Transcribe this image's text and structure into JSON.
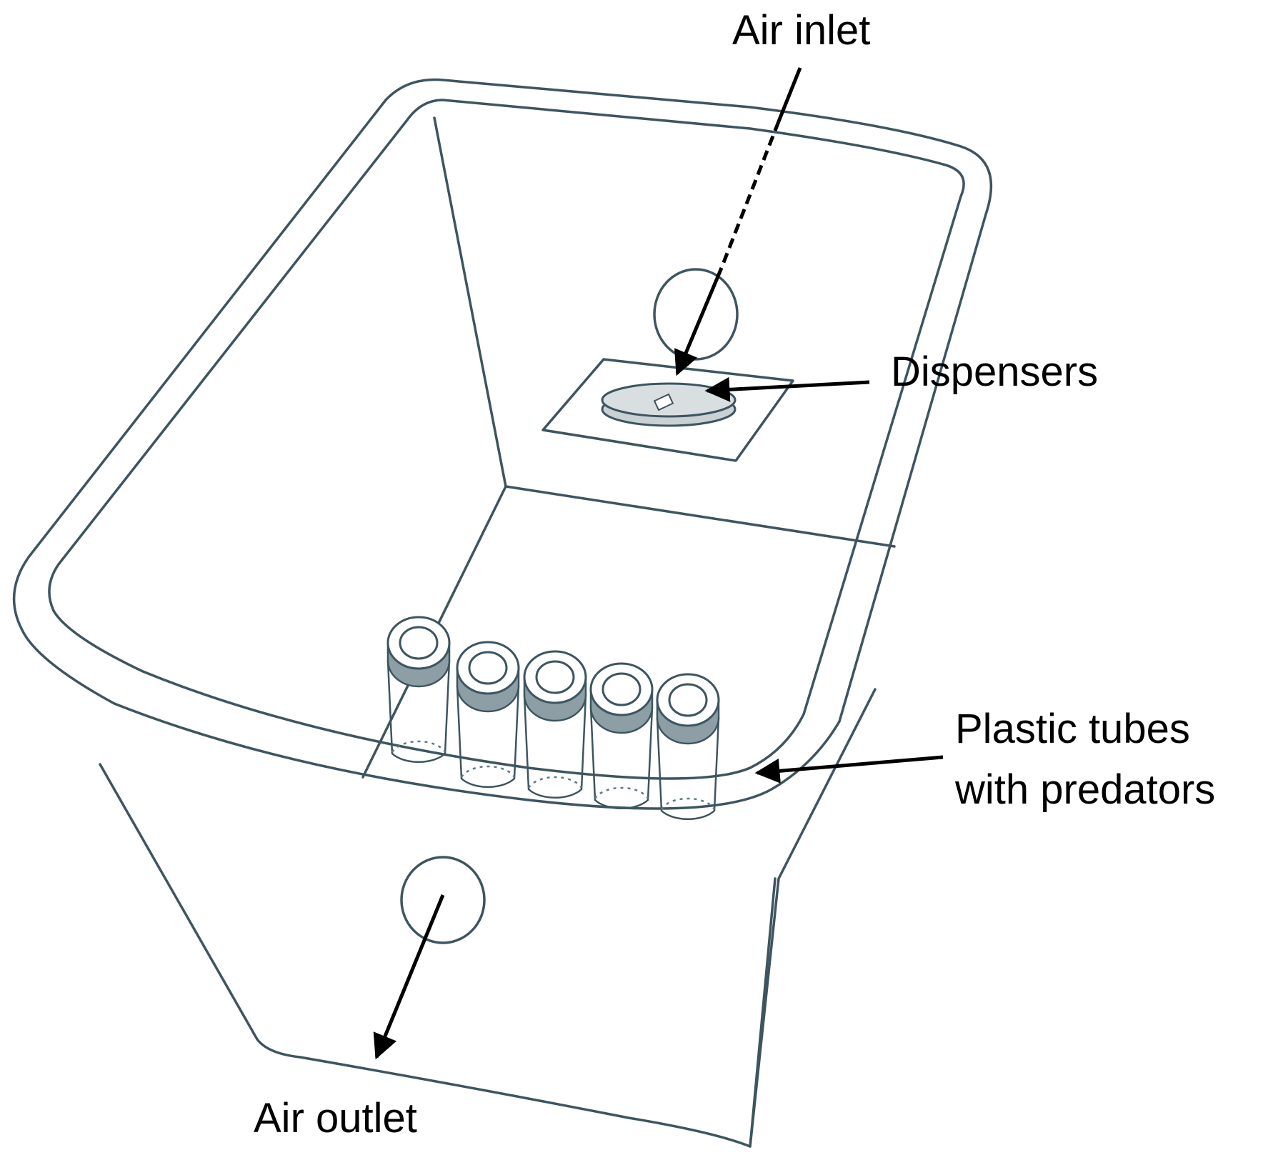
{
  "labels": {
    "air_inlet": "Air inlet",
    "dispensers": "Dispensers",
    "tubes_line1": "Plastic tubes",
    "tubes_line2": "with predators",
    "air_outlet": "Air outlet"
  },
  "colors": {
    "outline": "#3d5560",
    "arrow": "#000000",
    "dish_fill": "#c9d1d4",
    "background": "#ffffff"
  },
  "tube_count": 5
}
